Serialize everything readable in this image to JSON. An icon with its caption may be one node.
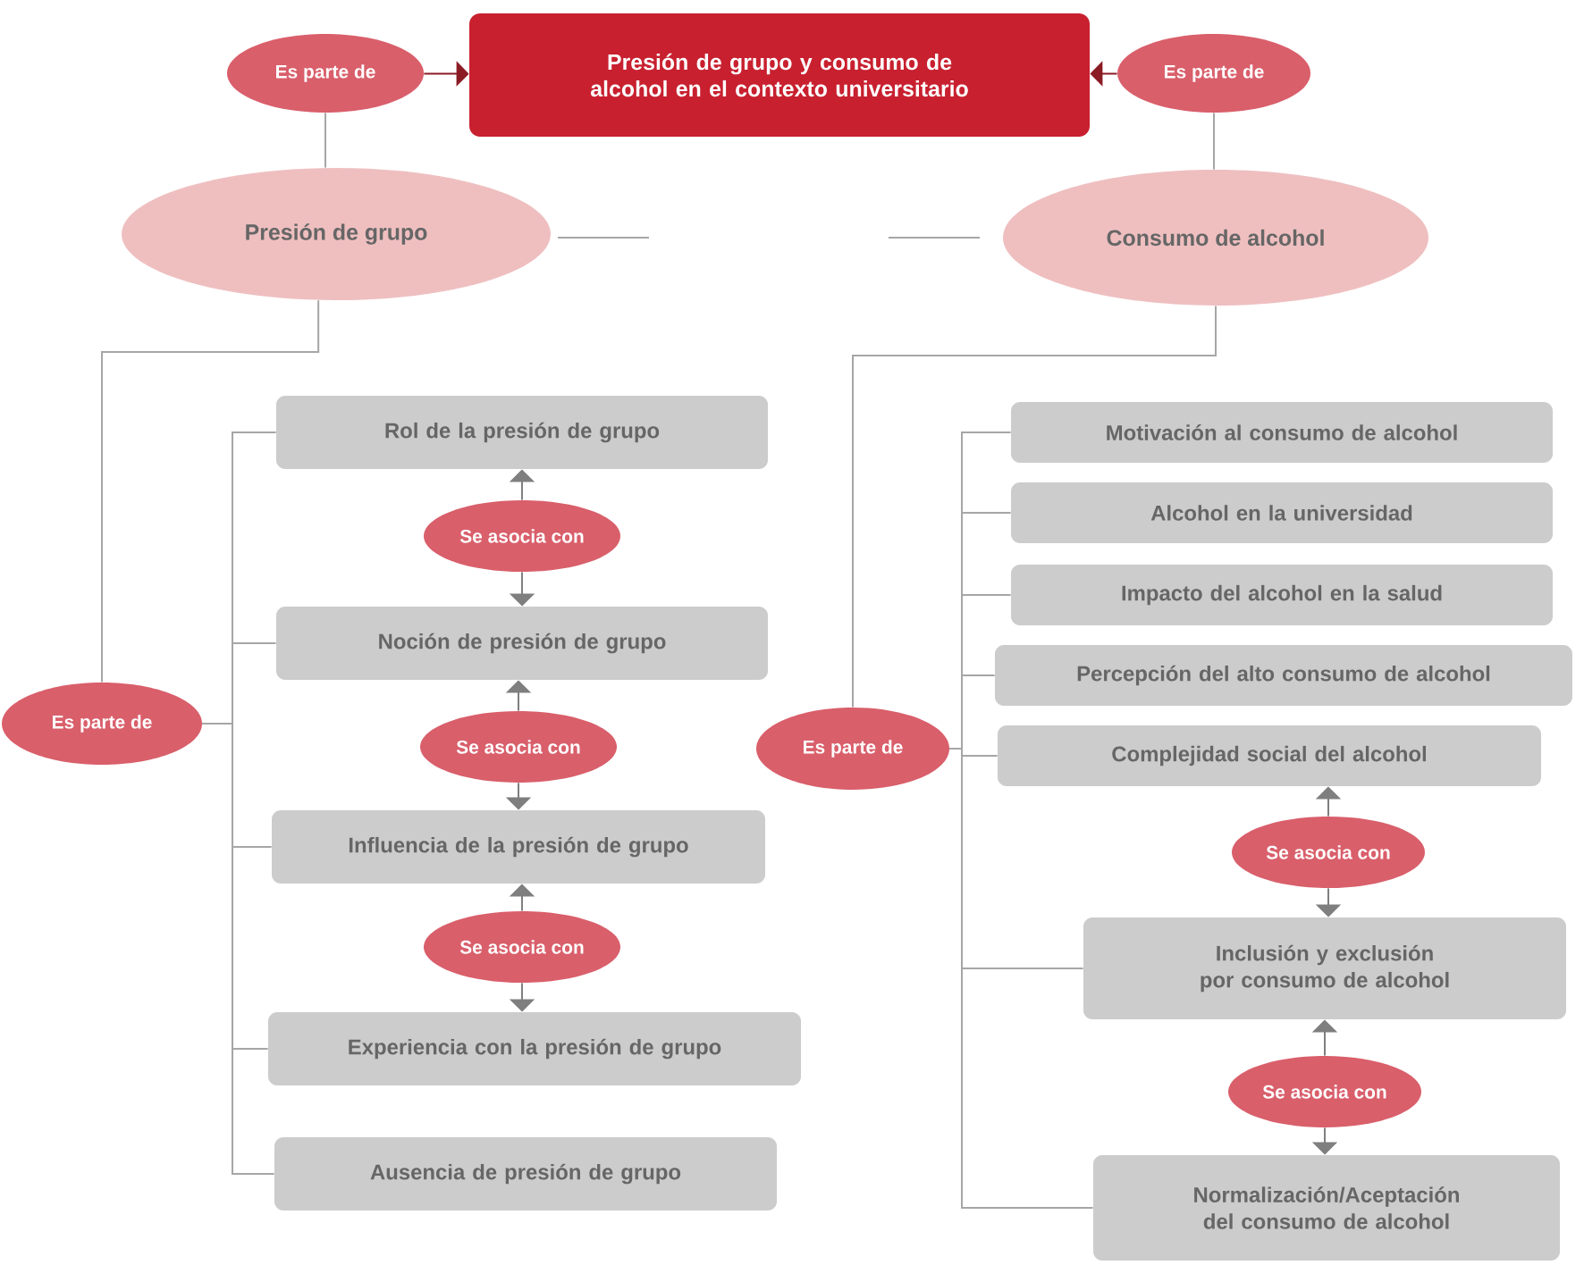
{
  "diagram": {
    "nodes": [
      {
        "text": [
          "Presión de grupo y consumo de alcohol en el contexto universitario"
        ]
      },
      {
        "text": [
          "Es parte de"
        ]
      },
      {
        "text": [
          "Es parte de"
        ]
      },
      {
        "text": [
          "Presión de grupo"
        ]
      },
      {
        "text": [
          "Consumo de alcohol"
        ]
      },
      {
        "text": [
          "Es parte de"
        ]
      },
      {
        "text": [
          "Rol de la presión de grupo"
        ]
      },
      {
        "text": [
          "Se asocia con"
        ]
      },
      {
        "text": [
          "Noción de presión de grupo"
        ]
      },
      {
        "text": [
          "Se asocia con"
        ]
      },
      {
        "text": [
          "Influencia de la presión de grupo"
        ]
      },
      {
        "text": [
          "Se asocia con"
        ]
      },
      {
        "text": [
          "Experiencia con la presión de grupo"
        ]
      },
      {
        "text": [
          "Ausencia de presión de grupo"
        ]
      },
      {
        "text": [
          "Es parte de"
        ]
      },
      {
        "text": [
          "Motivación al consumo de alcohol"
        ]
      },
      {
        "text": [
          "Alcohol en la universidad"
        ]
      },
      {
        "text": [
          "Impacto del alcohol en la salud"
        ]
      },
      {
        "text": [
          "Percepción del alto consumo de alcohol"
        ]
      },
      {
        "text": [
          "Complejidad social del alcohol"
        ]
      },
      {
        "text": [
          "Se asocia con"
        ]
      },
      {
        "text": [
          "Inclusión y exclusión por consumo de alcohol"
        ]
      },
      {
        "text": [
          "Se asocia con"
        ]
      },
      {
        "text": [
          "Normalización/Aceptación del consumo de alcohol"
        ]
      }
    ],
    "edges": [
      {
        "from": 1,
        "to": 0,
        "arrow": "to",
        "color": "#8b1c24"
      },
      {
        "from": 2,
        "to": 0,
        "arrow": "to",
        "color": "#8b1c24"
      },
      {
        "from": 3,
        "to": 1,
        "arrow": "none"
      },
      {
        "from": 4,
        "to": 2,
        "arrow": "none"
      },
      {
        "from": 3,
        "to": 5,
        "arrow": "none"
      },
      {
        "from": 4,
        "to": 14,
        "arrow": "none"
      },
      {
        "from": 5,
        "to": 6,
        "arrow": "none"
      },
      {
        "from": 5,
        "to": 8,
        "arrow": "none"
      },
      {
        "from": 5,
        "to": 10,
        "arrow": "none"
      },
      {
        "from": 5,
        "to": 12,
        "arrow": "none"
      },
      {
        "from": 5,
        "to": 13,
        "arrow": "none"
      },
      {
        "from": 7,
        "to": 6,
        "arrow": "to",
        "color": "#7f7f7f"
      },
      {
        "from": 7,
        "to": 8,
        "arrow": "to",
        "color": "#7f7f7f"
      },
      {
        "from": 9,
        "to": 8,
        "arrow": "to",
        "color": "#7f7f7f"
      },
      {
        "from": 9,
        "to": 10,
        "arrow": "to",
        "color": "#7f7f7f"
      },
      {
        "from": 11,
        "to": 10,
        "arrow": "to",
        "color": "#7f7f7f"
      },
      {
        "from": 11,
        "to": 12,
        "arrow": "to",
        "color": "#7f7f7f"
      },
      {
        "from": 14,
        "to": 15,
        "arrow": "none"
      },
      {
        "from": 14,
        "to": 16,
        "arrow": "none"
      },
      {
        "from": 14,
        "to": 17,
        "arrow": "none"
      },
      {
        "from": 14,
        "to": 18,
        "arrow": "none"
      },
      {
        "from": 14,
        "to": 19,
        "arrow": "none"
      },
      {
        "from": 14,
        "to": 21,
        "arrow": "none"
      },
      {
        "from": 14,
        "to": 23,
        "arrow": "none"
      },
      {
        "from": 20,
        "to": 19,
        "arrow": "to",
        "color": "#7f7f7f"
      },
      {
        "from": 20,
        "to": 21,
        "arrow": "to",
        "color": "#7f7f7f"
      },
      {
        "from": 22,
        "to": 21,
        "arrow": "to",
        "color": "#7f7f7f"
      },
      {
        "from": 22,
        "to": 23,
        "arrow": "to",
        "color": "#7f7f7f"
      }
    ]
  }
}
